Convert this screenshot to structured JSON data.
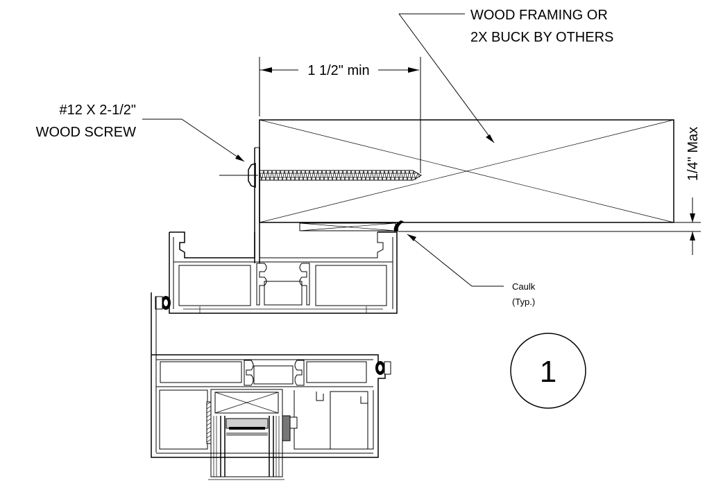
{
  "labels": {
    "wood_framing_line1": "WOOD FRAMING OR",
    "wood_framing_line2": "2X BUCK BY OTHERS",
    "dimension_min": "1 1/2\" min",
    "screw_line1": "#12 X 2-1/2\"",
    "screw_line2": "WOOD SCREW",
    "gap_max": "1/4\" Max",
    "caulk_line1": "Caulk",
    "caulk_line2": "(Typ.)",
    "detail_number": "1"
  }
}
